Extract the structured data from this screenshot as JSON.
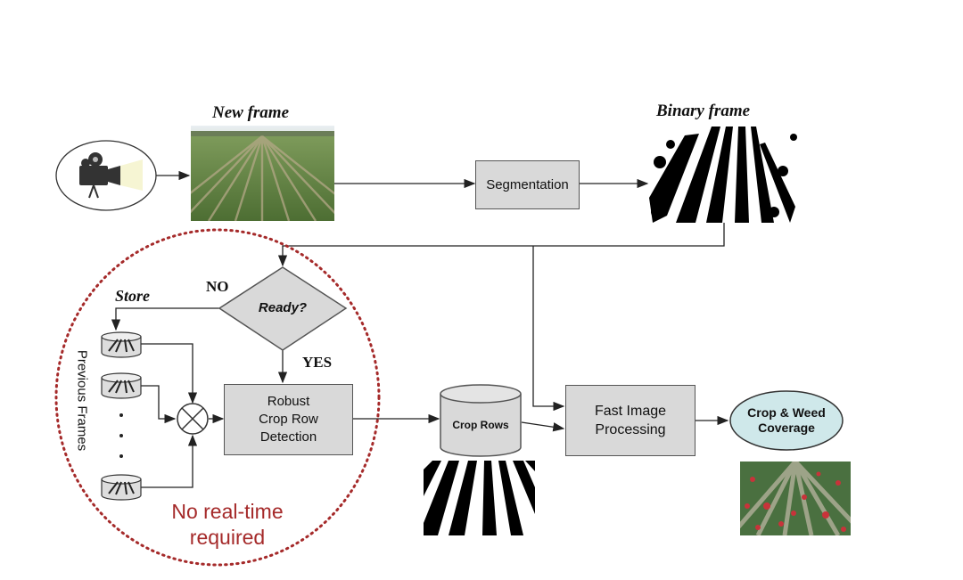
{
  "titles": {
    "new_frame": "New frame",
    "binary_frame": "Binary frame"
  },
  "nodes": {
    "segmentation": "Segmentation",
    "robust_line1": "Robust",
    "robust_line2": "Crop Row",
    "robust_line3": "Detection",
    "fast_line1": "Fast Image",
    "fast_line2": "Processing",
    "crop_rows_db": "Crop Rows",
    "coverage_line1": "Crop & Weed",
    "coverage_line2": "Coverage",
    "ready": "Ready?"
  },
  "labels": {
    "no": "NO",
    "yes": "YES",
    "store": "Store",
    "previous_frames": "Previous Frames",
    "no_realtime_line1": "No real-time",
    "no_realtime_line2": "required"
  },
  "colors": {
    "box_fill": "#d9d9d9",
    "coverage_fill": "#cfe8ea",
    "dotted_region": "#a52a2a",
    "note_text": "#a52a2a"
  },
  "icons": [
    "video-camera-icon",
    "multiplier-icon",
    "database-icon"
  ]
}
